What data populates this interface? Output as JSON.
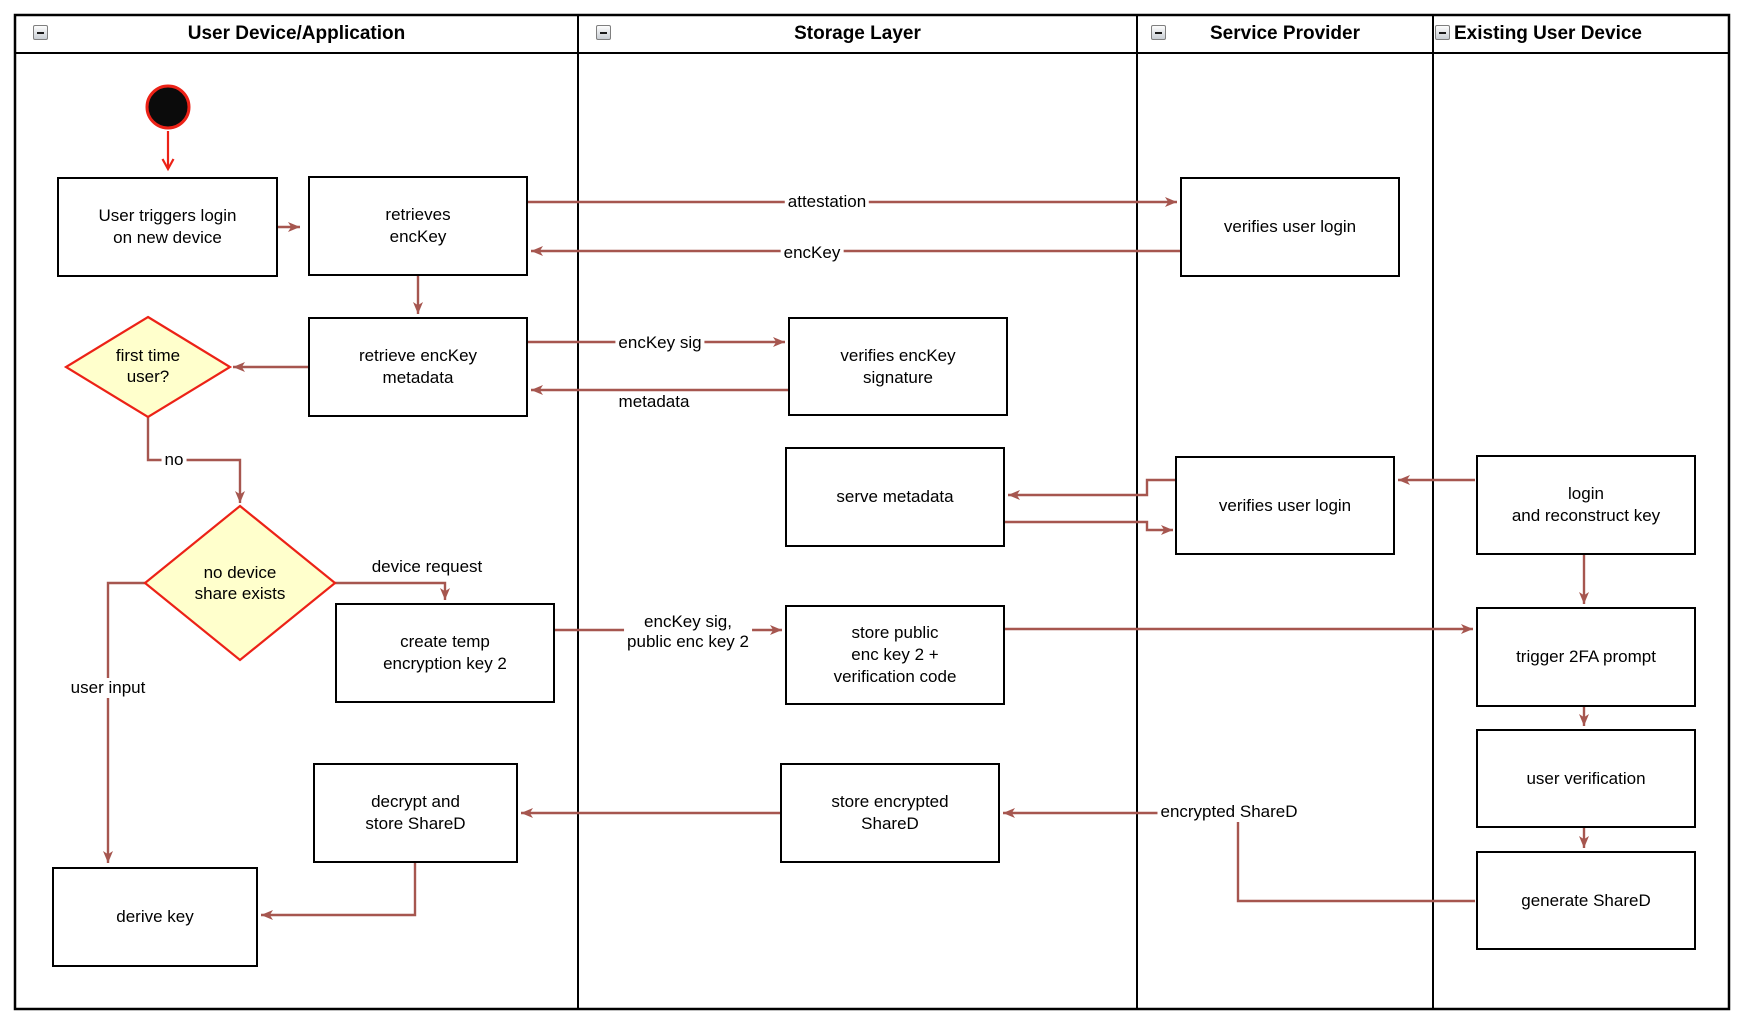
{
  "diagram_type": "swimlane-activity-diagram",
  "lanes": [
    {
      "label": "User Device/Application"
    },
    {
      "label": "Storage Layer"
    },
    {
      "label": "Service Provider"
    },
    {
      "label": "Existing User Device"
    }
  ],
  "nodes": {
    "user_triggers": {
      "label": "User triggers login\non new device"
    },
    "retrieves_enckey": {
      "label": "retrieves\nencKey"
    },
    "retrieve_metadata": {
      "label": "retrieve encKey\nmetadata"
    },
    "first_time_user": {
      "label": "first time\nuser?"
    },
    "no_device_share": {
      "label": "no device\nshare exists"
    },
    "create_temp_key": {
      "label": "create temp\nencryption key 2"
    },
    "decrypt_store_shared": {
      "label": "decrypt and\nstore ShareD"
    },
    "derive_key": {
      "label": "derive key"
    },
    "verifies_enckey_sig": {
      "label": "verifies encKey\nsignature"
    },
    "serve_metadata": {
      "label": "serve metadata"
    },
    "store_public_key": {
      "label": "store public\nenc key 2 +\nverification code"
    },
    "store_encrypted_shared": {
      "label": "store encrypted\nShareD"
    },
    "verifies_user_login_top": {
      "label": "verifies user login"
    },
    "verifies_user_login_mid": {
      "label": "verifies user login"
    },
    "login_reconstruct": {
      "label": "login\nand reconstruct key"
    },
    "trigger_2fa": {
      "label": "trigger 2FA prompt"
    },
    "user_verification": {
      "label": "user verification"
    },
    "generate_shared": {
      "label": "generate ShareD"
    }
  },
  "edge_labels": {
    "attestation": "attestation",
    "enckey": "encKey",
    "enckey_sig": "encKey sig",
    "metadata": "metadata",
    "no": "no",
    "device_request": "device request",
    "enckey_sig_public": "encKey sig,\npublic enc key 2",
    "user_input": "user input",
    "encrypted_shared": "encrypted ShareD"
  },
  "colors": {
    "box_border": "#000000",
    "arrow": "#a6564f",
    "accent_red": "#ec2217",
    "decision_fill": "#ffffcc",
    "start_fill": "#0b0b0b"
  }
}
